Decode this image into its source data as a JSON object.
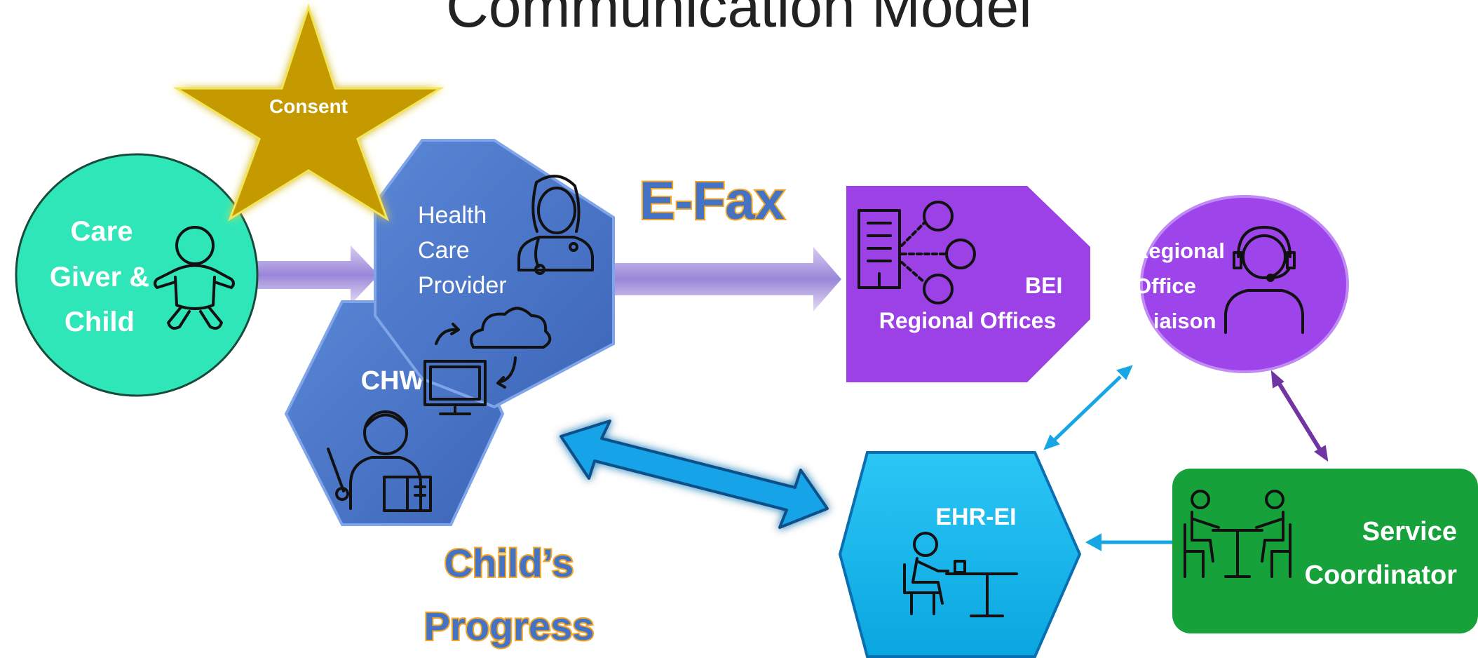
{
  "title": "Communication Model",
  "nodes": {
    "consent": "Consent",
    "caregiver": [
      "Care",
      "Giver &",
      "Child"
    ],
    "health_care_provider": [
      "Health",
      "Care",
      "Provider"
    ],
    "chw": "CHW",
    "bei": "BEI",
    "regional_offices": "Regional Offices",
    "regional_office_liaison": [
      "Regional",
      "Office",
      "Liaison"
    ],
    "ehr_ei": "EHR-EI",
    "service_coordinator": [
      "Service",
      "Coordinator"
    ]
  },
  "labels": {
    "efax": "E-Fax",
    "childs_progress": [
      "Child’s",
      "Progress"
    ]
  },
  "colors": {
    "caregiver": "#2ee6b8",
    "hexagon_blue": "#4472c4",
    "bei_purple": "#9b41e6",
    "liaison_purple": "#9d45ea",
    "ehr_cyan": "#0ab5ee",
    "coordinator_green": "#17a13a",
    "star_gold": "#c59a06",
    "label_orange": "#f5a623",
    "label_blue": "#4472c4"
  },
  "icons": [
    "baby-icon",
    "doctor-icon",
    "cloud-sync-icon",
    "computer-icon",
    "teacher-icon",
    "building-network-icon",
    "headset-agent-icon",
    "desk-worker-icon",
    "meeting-icon"
  ]
}
